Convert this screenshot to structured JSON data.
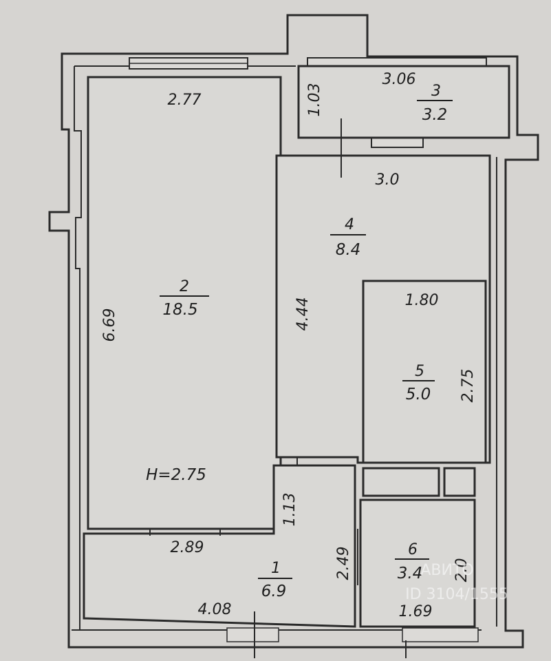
{
  "rooms": [
    {
      "id": "1",
      "area": "6.9"
    },
    {
      "id": "2",
      "area": "18.5"
    },
    {
      "id": "3",
      "area": "3.2"
    },
    {
      "id": "4",
      "area": "8.4"
    },
    {
      "id": "5",
      "area": "5.0"
    },
    {
      "id": "6",
      "area": "3.4"
    }
  ],
  "dimensions": {
    "room2_width": "2.77",
    "room2_length": "6.69",
    "ceiling_height": "H=2.75",
    "room3_width": "3.06",
    "room3_depth": "1.03",
    "room4_width": "3.0",
    "room4_length": "4.44",
    "room5_width": "1.80",
    "room5_length": "2.75",
    "hall_width_top": "2.89",
    "hall_width_bottom": "4.08",
    "hall_depth_left": "1.13",
    "hall_depth_right": "2.49",
    "room6_width": "1.69",
    "room6_length": "2.0"
  },
  "watermark": {
    "line1": "АВИТО",
    "line2": "ID 3104/1555"
  }
}
